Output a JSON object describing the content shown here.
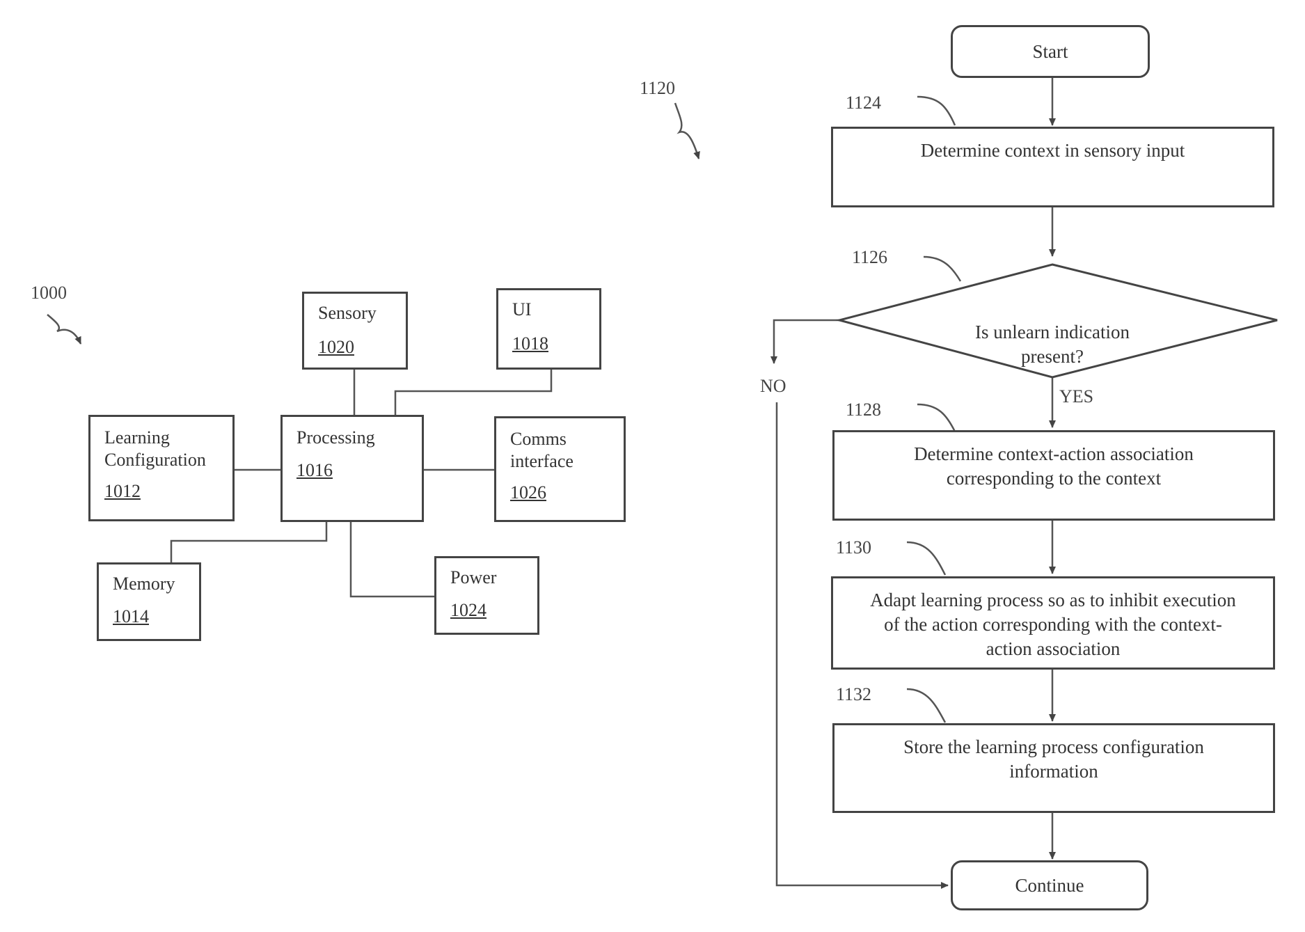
{
  "block_diagram": {
    "ref": "1000",
    "blocks": {
      "learning": {
        "label": "Learning\nConfiguration",
        "ref": "1012"
      },
      "memory": {
        "label": "Memory",
        "ref": "1014"
      },
      "processing": {
        "label": "Processing",
        "ref": "1016"
      },
      "ui": {
        "label": "UI",
        "ref": "1018"
      },
      "sensory": {
        "label": "Sensory",
        "ref": "1020"
      },
      "power": {
        "label": "Power",
        "ref": "1024"
      },
      "comms": {
        "label": "Comms\ninterface",
        "ref": "1026"
      }
    }
  },
  "flowchart": {
    "ref": "1120",
    "start": "Start",
    "steps": [
      {
        "ref": "1124",
        "text": "Determine context in sensory input"
      },
      {
        "ref": "1126",
        "text": "Is unlearn indication\npresent?"
      },
      {
        "ref": "1128",
        "text": "Determine context-action association\ncorresponding to the context"
      },
      {
        "ref": "1130",
        "text": "Adapt learning process so as to inhibit execution\nof the action corresponding with the context-\naction association"
      },
      {
        "ref": "1132",
        "text": "Store the learning process configuration\ninformation"
      }
    ],
    "yes_label": "YES",
    "no_label": "NO",
    "end": "Continue"
  }
}
